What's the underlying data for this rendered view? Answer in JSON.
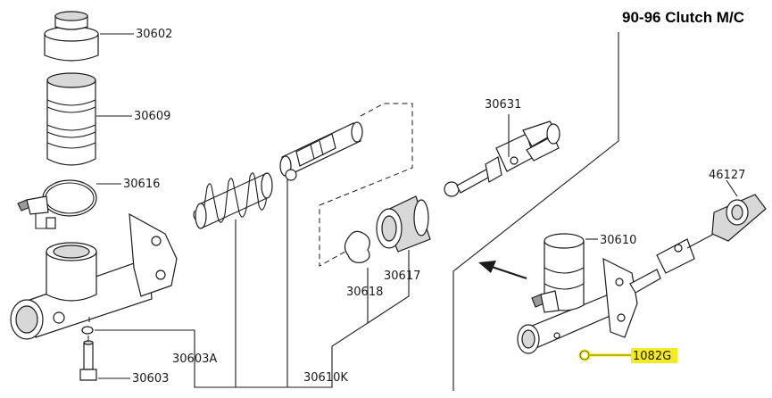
{
  "title": "90-96 Clutch M/C",
  "highlight_color": "#f2e600",
  "labels": {
    "p30602": "30602",
    "p30609": "30609",
    "p30616": "30616",
    "p30603A": "30603A",
    "p30603": "30603",
    "p30610K": "30610K",
    "p30618": "30618",
    "p30617": "30617",
    "p30631": "30631",
    "p30610": "30610",
    "p46127": "46127",
    "p1082G": "1082G"
  }
}
